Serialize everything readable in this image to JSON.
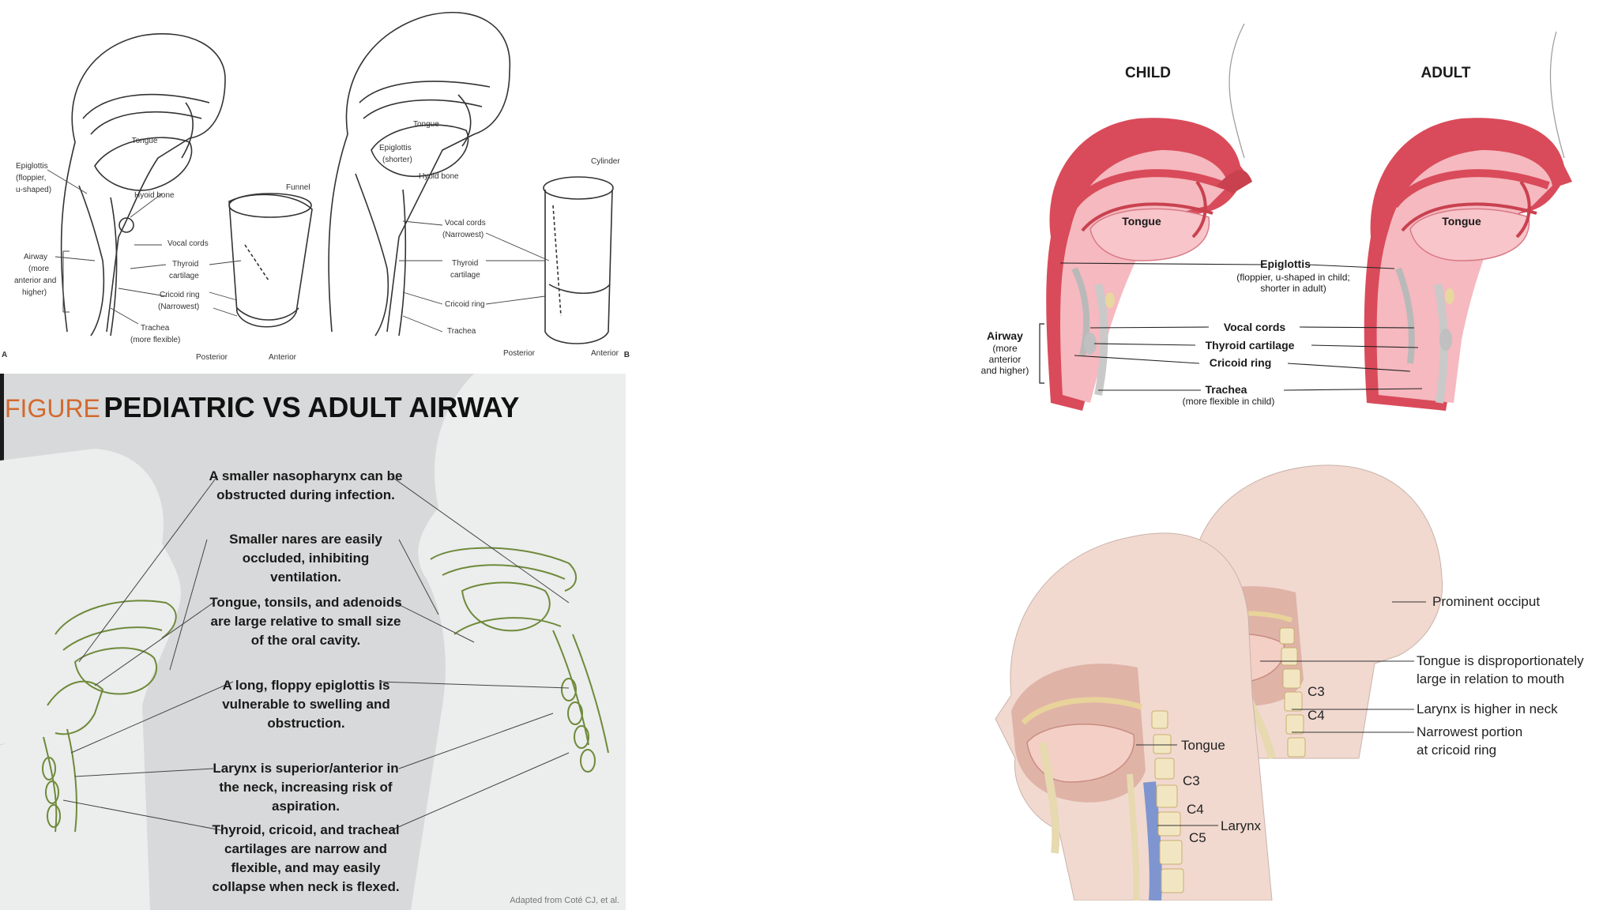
{
  "panel_a": {
    "tongue": "Tongue",
    "epiglottis": [
      "Epiglottis",
      "(floppier,",
      "u-shaped)"
    ],
    "hyoid": "Hyoid bone",
    "vocal_cords": "Vocal cords",
    "thyroid": [
      "Thyroid",
      "cartilage"
    ],
    "cricoid": [
      "Cricoid ring",
      "(Narrowest)"
    ],
    "airway": [
      "Airway",
      "(more",
      "anterior and",
      "higher)"
    ],
    "trachea": [
      "Trachea",
      "(more flexible)"
    ],
    "funnel": "Funnel",
    "posterior": "Posterior",
    "anterior": "Anterior",
    "letter": "A"
  },
  "panel_b": {
    "tongue": "Tongue",
    "epiglottis": [
      "Epiglottis",
      "(shorter)"
    ],
    "hyoid": "Hyoid bone",
    "vocal_cords": [
      "Vocal cords",
      "(Narrowest)"
    ],
    "thyroid": [
      "Thyroid",
      "cartilage"
    ],
    "cricoid": "Cricoid ring",
    "trachea": "Trachea",
    "cylinder": "Cylinder",
    "posterior": "Posterior",
    "anterior": "Anterior",
    "letter": "B"
  },
  "figure": {
    "prefix": "FIGURE",
    "title": "PEDIATRIC VS ADULT AIRWAY",
    "labels": [
      "A smaller nasopharynx can be obstructed during infection.",
      "Smaller nares are easily occluded, inhibiting ventilation.",
      "Tongue, tonsils, and adenoids are large relative to small size of the oral cavity.",
      "A long, floppy epiglottis is vulnerable to swelling and obstruction.",
      "Larynx is superior/anterior in the neck, increasing risk of aspiration.",
      "Thyroid, cricoid, and tracheal cartilages are narrow and flexible, and may easily collapse when neck is flexed."
    ],
    "credit": "Adapted from Coté CJ, et al."
  },
  "child_adult": {
    "child": "CHILD",
    "adult": "ADULT",
    "tongue": "Tongue",
    "epiglottis": "Epiglottis",
    "epiglottis_note": [
      "(floppier, u-shaped in child;",
      "shorter in adult)"
    ],
    "vocal_cords": "Vocal cords",
    "thyroid": "Thyroid cartilage",
    "cricoid": "Cricoid ring",
    "trachea": "Trachea",
    "trachea_note": "(more flexible in child)",
    "airway": "Airway",
    "airway_note": [
      "(more",
      "anterior",
      "and higher)"
    ]
  },
  "sagittal": {
    "prominent_occiput": "Prominent occiput",
    "tongue_note": [
      "Tongue is disproportionately",
      "large in relation to mouth"
    ],
    "larynx_higher": "Larynx is higher in neck",
    "narrowest": [
      "Narrowest portion",
      "at cricoid ring"
    ],
    "tongue": "Tongue",
    "larynx": "Larynx",
    "c3": "C3",
    "c4": "C4",
    "c5": "C5"
  },
  "colors": {
    "figure_prefix": "#d2692d",
    "green_outline": "#6e8a3a",
    "tissue_red": "#d94b5a",
    "tissue_pink": "#f5b9bf",
    "skin": "#f1d9d0",
    "blue_airway": "#7f95cf"
  }
}
